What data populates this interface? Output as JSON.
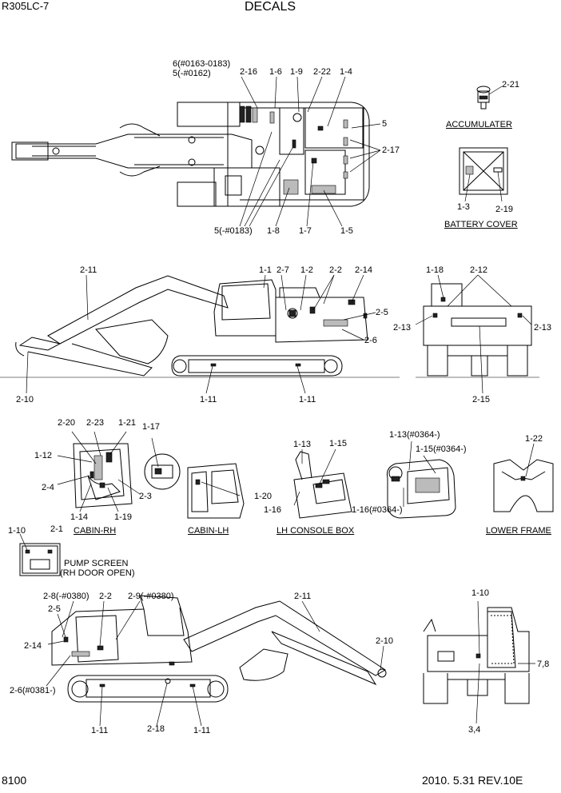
{
  "header": {
    "model": "R305LC-7",
    "title": "DECALS"
  },
  "footer": {
    "page": "8100",
    "date_rev": "2010. 5.31  REV.10E"
  },
  "top_view": {
    "labels": [
      "6(#0163-0183)",
      "5(-#0162)",
      "2-16",
      "1-6",
      "1-9",
      "2-22",
      "1-4",
      "5",
      "2-17",
      "5(-#0183)",
      "1-8",
      "1-7",
      "1-5"
    ]
  },
  "accumulater": {
    "part": "2-21",
    "caption": "ACCUMULATER"
  },
  "battery_cover": {
    "parts": [
      "1-3",
      "2-19"
    ],
    "caption": "BATTERY COVER"
  },
  "side_view_lh": {
    "labels": [
      "2-11",
      "1-1",
      "2-7",
      "1-2",
      "2-2",
      "2-14",
      "2-5",
      "2-6",
      "2-10",
      "1-11",
      "1-11"
    ]
  },
  "rear_view": {
    "labels": [
      "1-18",
      "2-12",
      "2-13",
      "2-13",
      "2-15"
    ]
  },
  "cabin_rh": {
    "labels": [
      "2-20",
      "2-23",
      "1-21",
      "1-12",
      "2-4",
      "2-3",
      "1-14",
      "1-19",
      "2-1"
    ],
    "caption": "CABIN-RH"
  },
  "cabin_lh": {
    "labels": [
      "1-17",
      "1-20"
    ],
    "caption": "CABIN-LH"
  },
  "lh_console": {
    "labels": [
      "1-13",
      "1-15",
      "1-16"
    ],
    "caption": "LH CONSOLE BOX"
  },
  "console_alt": {
    "labels": [
      "1-13(#0364-)",
      "1-15(#0364-)",
      "1-16(#0364-)"
    ]
  },
  "lower_frame": {
    "part": "1-22",
    "caption": "LOWER FRAME"
  },
  "pump_screen": {
    "part": "1-10",
    "caption1": "PUMP SCREEN",
    "caption2": "(RH DOOR OPEN)"
  },
  "side_view_rh": {
    "labels": [
      "2-8(-#0380)",
      "2-2",
      "2-9(-#0380)",
      "2-11",
      "2-5",
      "2-14",
      "2-10",
      "2-6(#0381-)",
      "1-11",
      "2-18",
      "1-11"
    ]
  },
  "front_view": {
    "labels": [
      "1-10",
      "7,8",
      "3,4"
    ]
  }
}
